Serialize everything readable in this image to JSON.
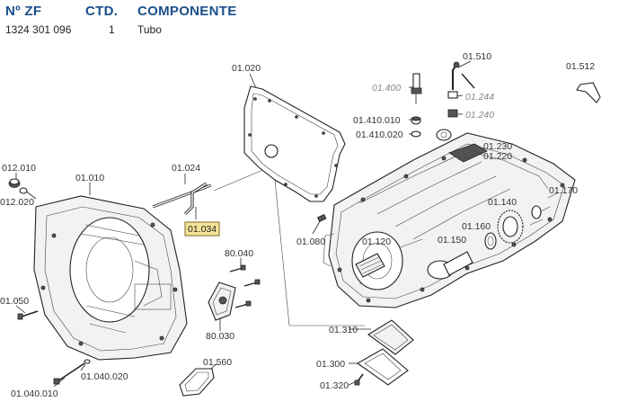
{
  "header": {
    "col_zf": "Nº ZF",
    "col_qty": "CTD.",
    "col_component": "COMPONENTE"
  },
  "row": {
    "zf_number": "1324 301 096",
    "qty": "1",
    "component": "Tubo"
  },
  "diagram": {
    "highlight_color": "#f5e39a",
    "header_color": "#1a4f8a",
    "labels": {
      "l_01020": "01.020",
      "l_01510": "01.510",
      "l_01512": "01.512",
      "l_01400": "01.400",
      "l_01244": "01.244",
      "l_01240": "01.240",
      "l_01410010": "01.410.010",
      "l_01410020": "01.410.020",
      "l_01230": "01.230",
      "l_01220": "01.220",
      "l_012010": "012.010",
      "l_01010": "01.010",
      "l_01024": "01.024",
      "l_012020": "012.020",
      "l_01034": "01.034",
      "l_01080": "01.080",
      "l_01120": "01.120",
      "l_01150": "01.150",
      "l_01160": "01.160",
      "l_01140": "01.140",
      "l_01170": "01.170",
      "l_80040": "80.040",
      "l_01050": "01.050",
      "l_80030": "80.030",
      "l_01310": "01.310",
      "l_01300": "01.300",
      "l_01560": "01.560",
      "l_01040020": "01.040.020",
      "l_01320": "01.320",
      "l_01040010": "01.040.010"
    }
  }
}
